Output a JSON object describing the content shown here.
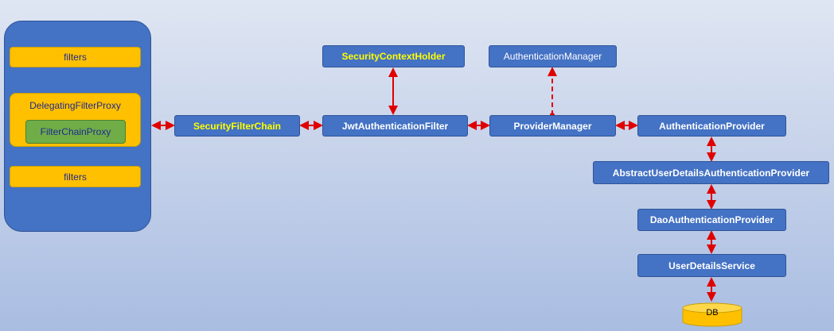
{
  "filter_panel": {
    "top_filters": "filters",
    "delegating_proxy": "DelegatingFilterProxy",
    "filter_chain_proxy": "FilterChainProxy",
    "bottom_filters": "filters"
  },
  "nodes": {
    "security_filter_chain": "SecurityFilterChain",
    "security_context_holder": "SecurityContextHolder",
    "jwt_authentication_filter": "JwtAuthenticationFilter",
    "authentication_manager": "AuthenticationManager",
    "provider_manager": "ProviderManager",
    "authentication_provider": "AuthenticationProvider",
    "abstract_user_details_provider": "AbstractUserDetailsAuthenticationProvider",
    "dao_authentication_provider": "DaoAuthenticationProvider",
    "user_details_service": "UserDetailsService",
    "db": "DB"
  },
  "colors": {
    "node_fill": "#4472c4",
    "panel_item": "#ffc000",
    "filter_chain_proxy_fill": "#70ad47",
    "highlight_text": "#ffff00",
    "connector": "#e00000"
  },
  "connectors": [
    {
      "from": "filter_panel",
      "to": "security_filter_chain",
      "style": "solid",
      "direction": "both"
    },
    {
      "from": "security_filter_chain",
      "to": "jwt_authentication_filter",
      "style": "solid",
      "direction": "both"
    },
    {
      "from": "jwt_authentication_filter",
      "to": "security_context_holder",
      "style": "solid",
      "direction": "both"
    },
    {
      "from": "jwt_authentication_filter",
      "to": "provider_manager",
      "style": "solid",
      "direction": "both"
    },
    {
      "from": "provider_manager",
      "to": "authentication_manager",
      "style": "dashed",
      "direction": "to"
    },
    {
      "from": "provider_manager",
      "to": "authentication_provider",
      "style": "solid",
      "direction": "both"
    },
    {
      "from": "authentication_provider",
      "to": "abstract_user_details_provider",
      "style": "solid",
      "direction": "both"
    },
    {
      "from": "abstract_user_details_provider",
      "to": "dao_authentication_provider",
      "style": "solid",
      "direction": "both"
    },
    {
      "from": "dao_authentication_provider",
      "to": "user_details_service",
      "style": "solid",
      "direction": "both"
    },
    {
      "from": "user_details_service",
      "to": "db",
      "style": "solid",
      "direction": "both"
    }
  ]
}
